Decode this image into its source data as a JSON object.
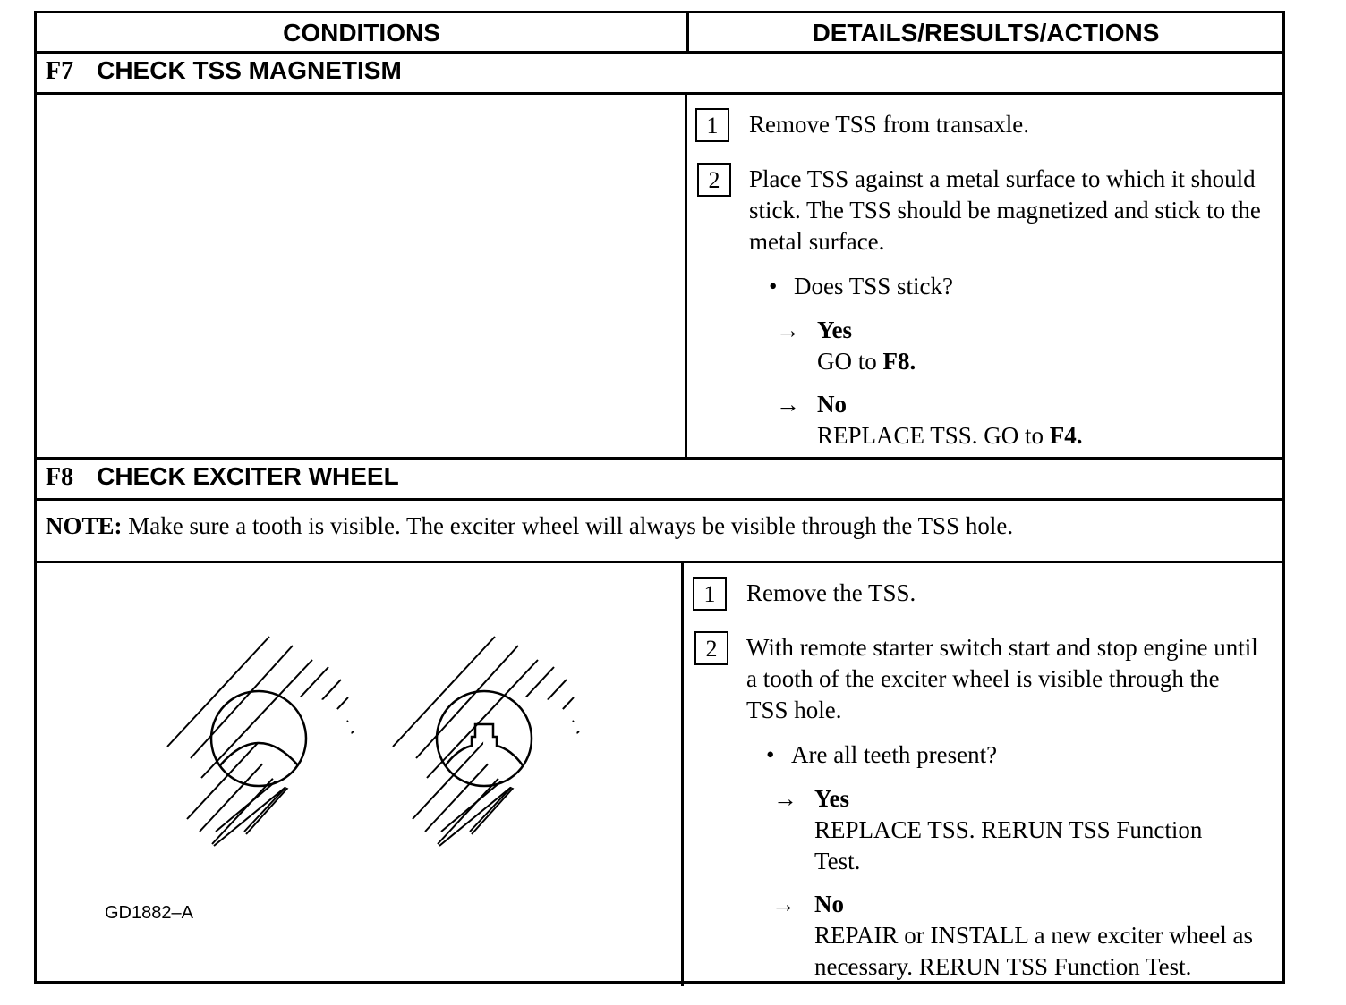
{
  "columns": {
    "left": "CONDITIONS",
    "right": "DETAILS/RESULTS/ACTIONS"
  },
  "f7": {
    "code": "F7",
    "title": "CHECK TSS MAGNETISM",
    "steps": [
      {
        "num": "1",
        "text": "Remove TSS from transaxle."
      },
      {
        "num": "2",
        "text": "Place TSS against a metal surface to which it should stick.  The TSS should be magnetized and stick to the metal surface."
      }
    ],
    "question": "Does TSS stick?",
    "yes": {
      "label": "Yes",
      "action_prefix": "GO to ",
      "action_ref": "F8."
    },
    "no": {
      "label": "No",
      "action_prefix": "REPLACE TSS. GO to ",
      "action_ref": "F4."
    }
  },
  "f8": {
    "code": "F8",
    "title": "CHECK EXCITER WHEEL",
    "note_label": "NOTE:",
    "note_text": " Make sure a tooth is visible. The exciter wheel will always be visible through the TSS hole.",
    "figure_code": "GD1882–A",
    "steps": [
      {
        "num": "1",
        "text": "Remove the TSS."
      },
      {
        "num": "2",
        "text": "With remote starter switch start and stop engine until a tooth of the exciter wheel is visible through the TSS hole."
      }
    ],
    "question": "Are all teeth present?",
    "yes": {
      "label": "Yes",
      "action": "REPLACE TSS. RERUN TSS Function Test."
    },
    "no": {
      "label": "No",
      "action": "REPAIR or INSTALL a new exciter wheel as necessary. RERUN TSS Function Test."
    }
  },
  "symbols": {
    "bullet": "•",
    "arrow": "→"
  }
}
